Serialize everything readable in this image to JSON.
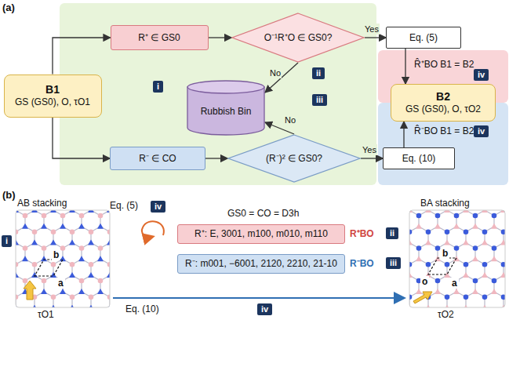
{
  "diagram": {
    "nodes": [
      {
        "text": [
          "B1",
          "GS (GS0), O, τO1"
        ]
      },
      {
        "text": [
          "R⁺ ∈ GS0"
        ]
      },
      {
        "text": [
          "O⁻¹R⁺O ∈ GS0?"
        ]
      },
      {
        "text": [
          "Eq. (5)"
        ]
      },
      {
        "text": [
          "Rubbish Bin"
        ]
      },
      {
        "text": [
          "B2",
          "GS (GS0), O, τO2"
        ]
      },
      {
        "text": [
          "R⁻ ∈ CO"
        ]
      },
      {
        "text": [
          "(R⁻)² ∈ GS0?"
        ]
      },
      {
        "text": [
          "Eq. (10)"
        ]
      },
      {
        "text": [
          "R⁺: E, 3001, m100, m010, m110"
        ]
      },
      {
        "text": [
          "R⁻: m001, −6001, 2120, 2210, 21-10"
        ]
      }
    ],
    "edges": [
      {
        "from": 0,
        "to": 1,
        "arrow": "to"
      },
      {
        "from": 0,
        "to": 6,
        "arrow": "to"
      },
      {
        "from": 1,
        "to": 2,
        "arrow": "to"
      },
      {
        "from": 2,
        "to": 3,
        "label": "Yes",
        "arrow": "to"
      },
      {
        "from": 2,
        "to": 4,
        "label": "No",
        "arrow": "to"
      },
      {
        "from": 6,
        "to": 7,
        "arrow": "to"
      },
      {
        "from": 7,
        "to": 4,
        "label": "No",
        "arrow": "to"
      },
      {
        "from": 7,
        "to": 8,
        "label": "Yes",
        "arrow": "to"
      },
      {
        "from": 3,
        "to": 5,
        "arrow": "to"
      },
      {
        "from": 8,
        "to": 5,
        "arrow": "to"
      }
    ],
    "labels": [
      "(a)",
      "i",
      "ii",
      "iii",
      "R̂⁺BO B1 = B2",
      "iv",
      "R̂⁻BO B1 = B2",
      "iv",
      "(b)",
      "AB stacking",
      "i",
      "b",
      "a",
      "τO1",
      "Eq. (5)",
      "iv",
      "GS0 = CO = D3h",
      "R⁺BO",
      "ii",
      "R⁻BO",
      "iii",
      "BA stacking",
      "b",
      "o",
      "a",
      "τO2",
      "Eq. (10)",
      "iv"
    ]
  }
}
